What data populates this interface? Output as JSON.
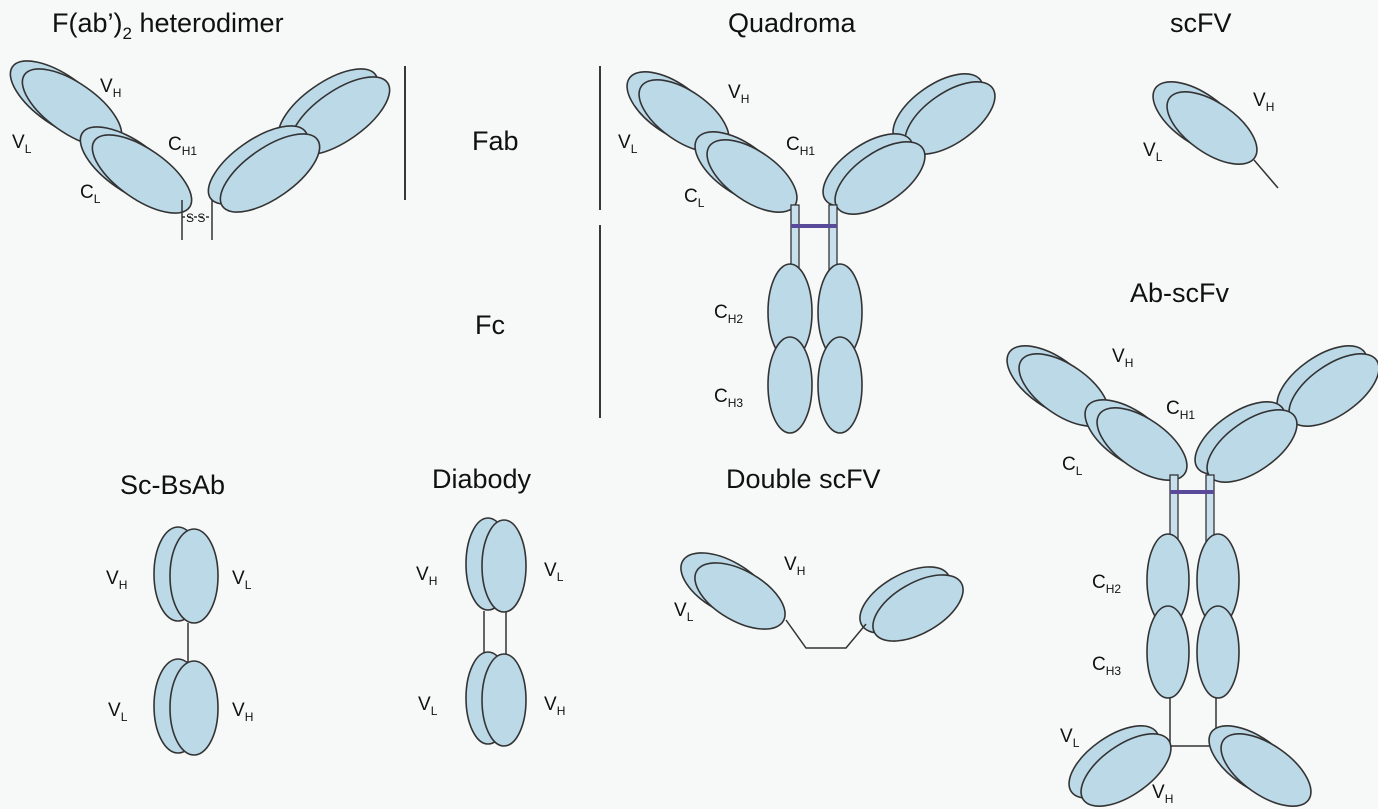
{
  "titles": {
    "fab2": "F(ab’)",
    "fab2_sub": "2",
    "fab2_rest": " heterodimer",
    "quadroma": "Quadroma",
    "scfv": "scFV",
    "ab_scfv": "Ab-scFv",
    "sc_bsab": "Sc-BsAb",
    "diabody": "Diabody",
    "double_scfv": "Double scFV"
  },
  "regions": {
    "fab": "Fab",
    "fc": "Fc"
  },
  "domain_letters": {
    "v": "V",
    "c": "C"
  },
  "subscripts": {
    "h": "H",
    "l": "L",
    "h1": "H1",
    "h2": "H2",
    "h3": "H3"
  },
  "disulfide": "S S",
  "colors": {
    "domain_fill": "#bcd9e8",
    "outline": "#333333",
    "bridge": "#5a4a9a",
    "background": "#f7f8f8"
  }
}
